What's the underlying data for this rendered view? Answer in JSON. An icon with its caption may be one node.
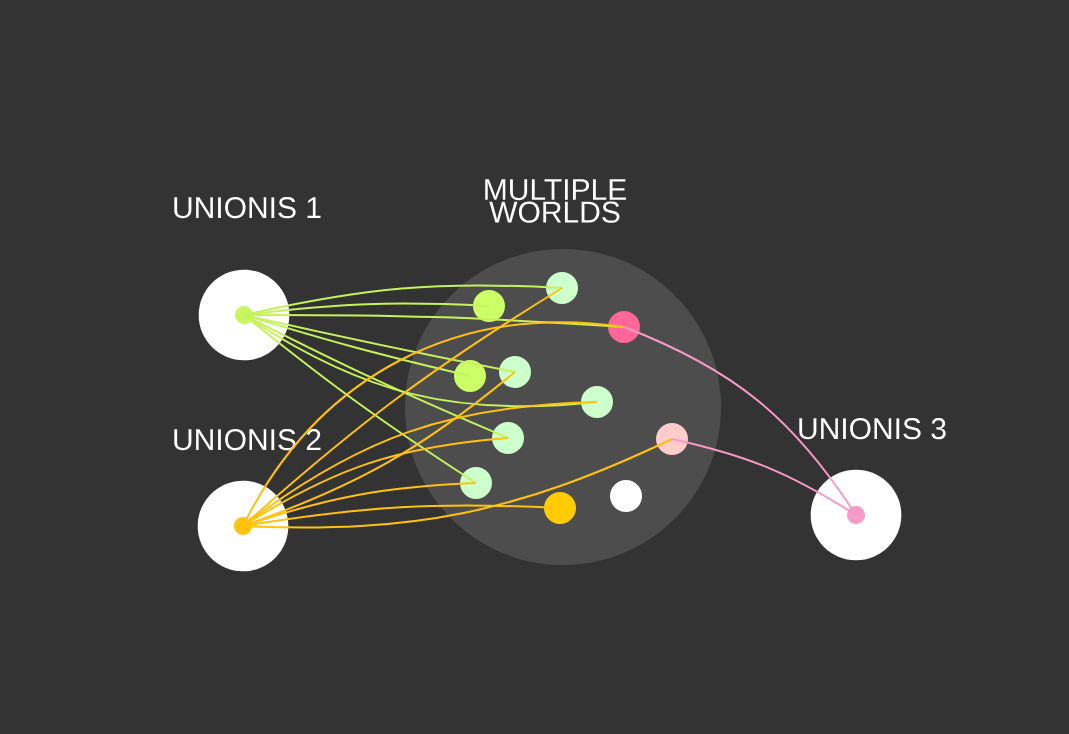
{
  "diagram": {
    "nodes": [
      {
        "text": [
          "UNIONIS 1"
        ]
      },
      {
        "text": [
          "UNIONIS 2"
        ]
      },
      {
        "text": [
          "MULTIPLE WORLDS"
        ]
      },
      {
        "text": [
          "UNIONIS 3"
        ]
      },
      {
        "text": [],
        "shape": "circle",
        "in": 2
      },
      {
        "text": [],
        "shape": "circle",
        "in": 2
      },
      {
        "text": [],
        "shape": "circle",
        "in": 2
      },
      {
        "text": [],
        "shape": "circle",
        "in": 2
      },
      {
        "text": [],
        "shape": "circle",
        "in": 2
      },
      {
        "text": [],
        "shape": "circle",
        "in": 2
      },
      {
        "text": [],
        "shape": "circle",
        "in": 2
      },
      {
        "text": [],
        "shape": "circle",
        "in": 2
      },
      {
        "text": [],
        "shape": "circle",
        "in": 2
      },
      {
        "text": [],
        "shape": "circle",
        "in": 2
      },
      {
        "text": [],
        "shape": "circle",
        "in": 2
      }
    ],
    "edges": [
      {
        "from": 0,
        "to": 10,
        "arrow": "none",
        "color": "#c6f25e"
      },
      {
        "from": 0,
        "to": 6,
        "arrow": "none",
        "color": "#c6f25e"
      },
      {
        "from": 0,
        "to": 12,
        "arrow": "none",
        "color": "#c6f25e"
      },
      {
        "from": 0,
        "to": 4,
        "arrow": "none",
        "color": "#c6f25e"
      },
      {
        "from": 0,
        "to": 8,
        "arrow": "none",
        "color": "#c6f25e"
      },
      {
        "from": 0,
        "to": 11,
        "arrow": "none",
        "color": "#c6f25e"
      },
      {
        "from": 0,
        "to": 7,
        "arrow": "none",
        "color": "#c6f25e"
      },
      {
        "from": 0,
        "to": 5,
        "arrow": "none",
        "color": "#c6f25e"
      },
      {
        "from": 1,
        "to": 10,
        "arrow": "none",
        "color": "#ffc20e"
      },
      {
        "from": 1,
        "to": 12,
        "arrow": "none",
        "color": "#ffc20e"
      },
      {
        "from": 1,
        "to": 8,
        "arrow": "none",
        "color": "#ffc20e"
      },
      {
        "from": 1,
        "to": 11,
        "arrow": "none",
        "color": "#ffc20e"
      },
      {
        "from": 1,
        "to": 7,
        "arrow": "none",
        "color": "#ffc20e"
      },
      {
        "from": 1,
        "to": 14,
        "arrow": "none",
        "color": "#ffc20e"
      },
      {
        "from": 1,
        "to": 5,
        "arrow": "none",
        "color": "#ffc20e"
      },
      {
        "from": 1,
        "to": 9,
        "arrow": "none",
        "color": "#ffc20e"
      },
      {
        "from": 12,
        "to": 3,
        "arrow": "none",
        "color": "#f79ac8"
      },
      {
        "from": 14,
        "to": 3,
        "arrow": "none",
        "color": "#f79ac8"
      }
    ]
  }
}
